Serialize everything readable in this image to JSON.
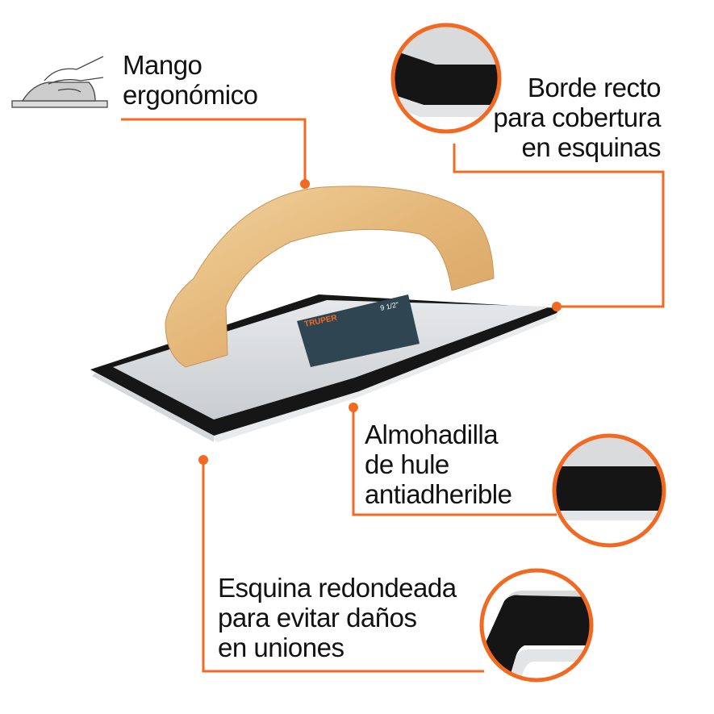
{
  "accent_color": "#f26a21",
  "product": {
    "brand_logo": "TRUPER",
    "size_label": "9 1/2\""
  },
  "callouts": [
    {
      "id": "handle",
      "icon": "hand-on-float-icon",
      "lines": [
        "Mango",
        "ergonómico"
      ]
    },
    {
      "id": "edge",
      "lines": [
        "Borde recto",
        "para cobertura",
        "en esquinas"
      ]
    },
    {
      "id": "pad",
      "lines": [
        "Almohadilla",
        "de hule",
        "antiadherible"
      ]
    },
    {
      "id": "corner",
      "lines": [
        "Esquina redondeada",
        "para evitar daños",
        "en uniones"
      ]
    }
  ]
}
